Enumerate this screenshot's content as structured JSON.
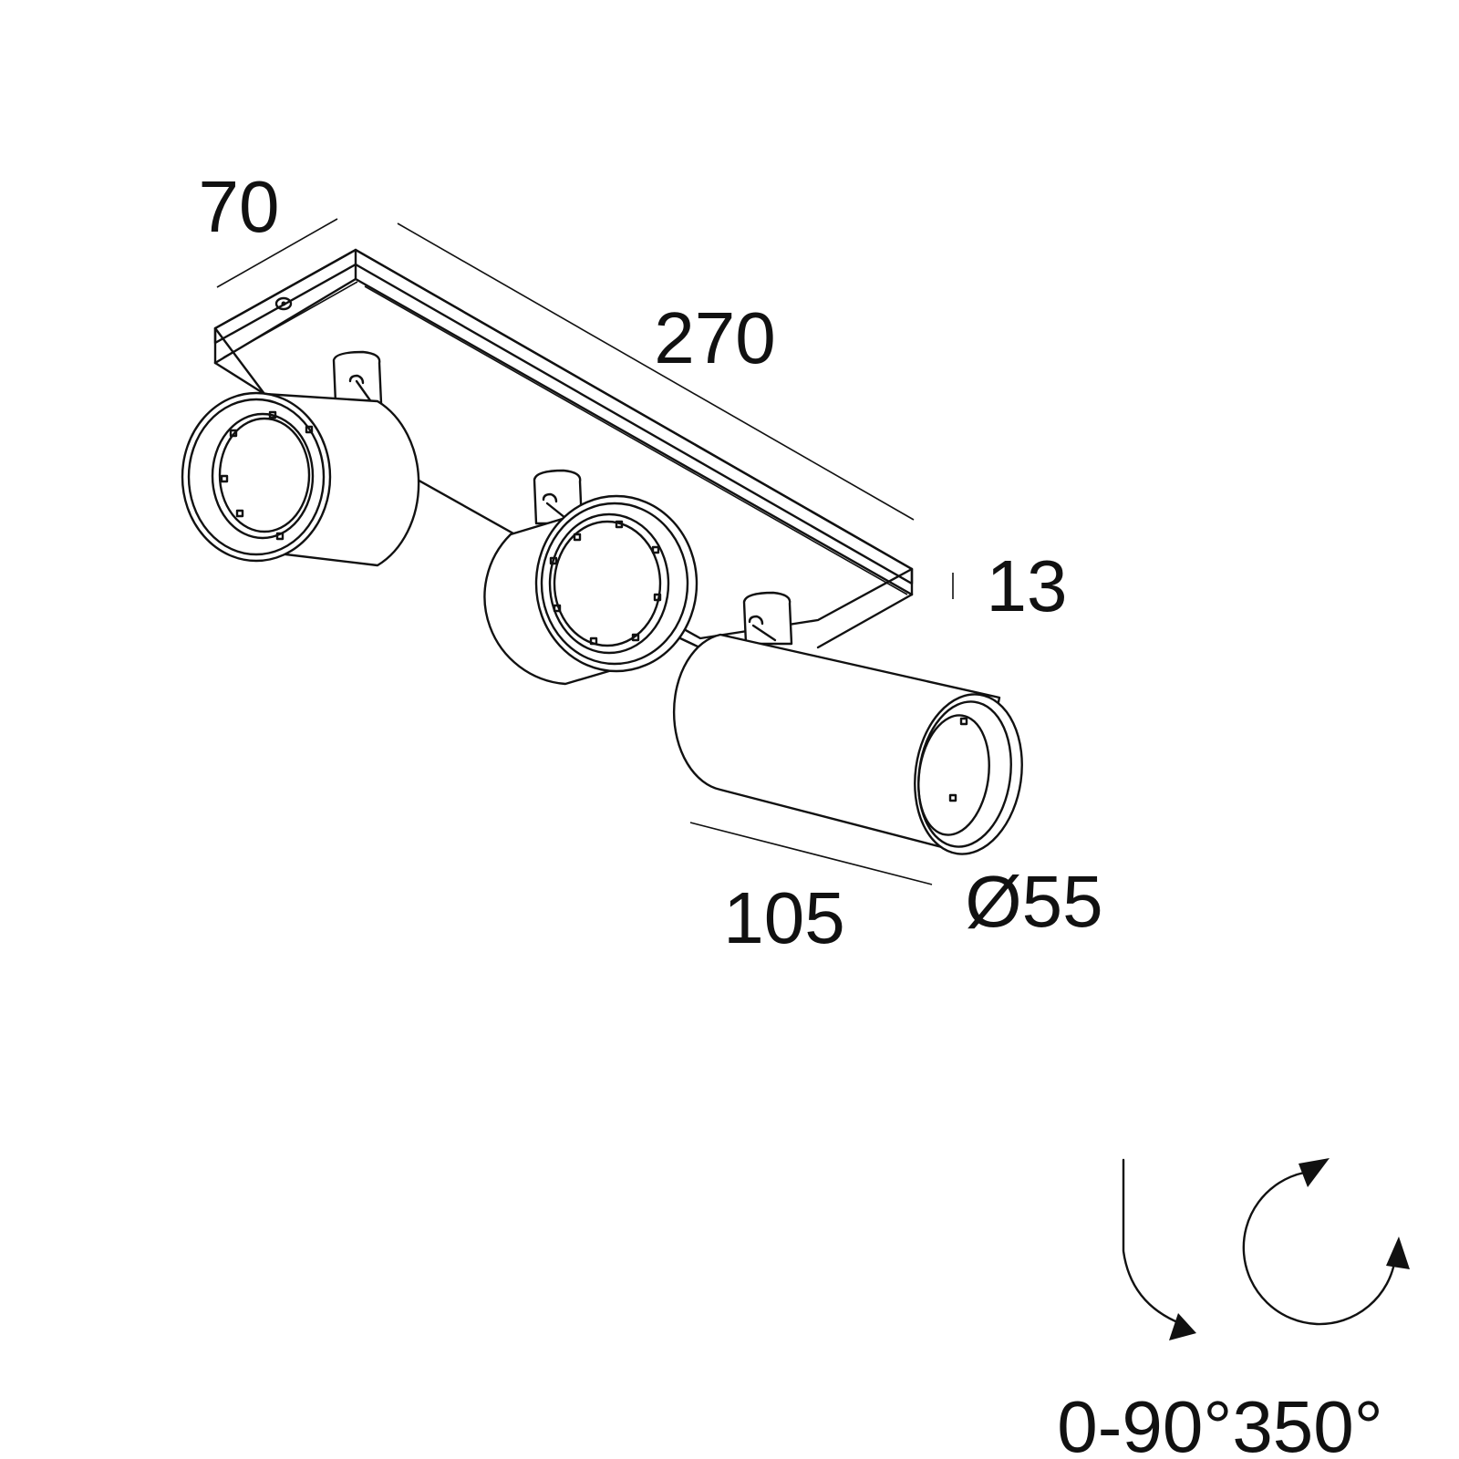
{
  "dimensions": {
    "width": "70",
    "length": "270",
    "height": "13",
    "spot_length": "105",
    "diameter": "Ø55"
  },
  "rotation": {
    "label": "0-90°350°"
  },
  "colors": {
    "line": "#111111",
    "background": "#ffffff"
  },
  "icons": [
    "tilt-arrow-icon",
    "rotate-arrow-icon"
  ]
}
